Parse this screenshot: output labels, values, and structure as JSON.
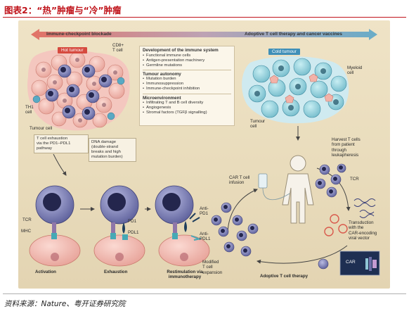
{
  "figure_title": "图表2：“热”肿瘤与“冷”肿瘤",
  "source": "资料来源：Nature、粤开证券研究院",
  "arrow": {
    "left_label": "Immune-checkpoint blockade",
    "right_label": "Adoptive T cell therapy and cancer vaccines"
  },
  "hot_tumour": {
    "tag": "Hot tumour",
    "cd8_label": "CD8+\nT cell",
    "th1_label": "TH1\ncell",
    "tumour_cell_label": "Tumour cell",
    "exhaustion_callout": "T cell exhaustion\nvia the  PD1–PDL1\npathway",
    "dna_callout": "DNA damage\n(double-strand\nbreaks and high\nmutation burden)"
  },
  "center_box": {
    "sections": [
      {
        "heading": "Development of the immune system",
        "items": [
          "Functional immune cells",
          "Antigen-presentation machinery",
          "Germline mutations"
        ]
      },
      {
        "heading": "Tumour autonomy",
        "items": [
          "Mutation burden",
          "Immunosuppression",
          "Immune-checkpoint inhibition"
        ]
      },
      {
        "heading": "Microenvironment",
        "items": [
          "Infiltrating T and B cell diversity",
          "Angiogenesis",
          "Stromal factors (TGFβ signalling)"
        ]
      }
    ]
  },
  "cold_tumour": {
    "tag": "Cold tumour",
    "myeloid_label": "Myeloid\ncell",
    "tumour_cell_label": "Tumour\ncell"
  },
  "stages": {
    "tcr_label": "TCR",
    "mhc_label": "MHC",
    "pd1_label": "PD1",
    "pdl1_label": "PDL1",
    "anti_pd1_label": "Anti-\nPD1",
    "anti_pdl1_label": "Anti-\nPDL1",
    "activation": "Activation",
    "exhaustion": "Exhaustion",
    "restimulation": "Restimulation via\nimmunotherapy"
  },
  "act": {
    "harvest": "Harvest T cells\nfrom patient\nthrough\nleukapheresis",
    "tcr": "TCR",
    "car_infusion": "CAR T cell\ninfusion",
    "transduction": "Transduction\nwith the\nCAR-encoding\nviral vector",
    "modified": "Modified\nT cell\nexpansion",
    "car": "CAR",
    "title": "Adoptive T cell therapy"
  },
  "colors": {
    "title_red": "#c0141b",
    "hot_tag": "#d64a3f",
    "cold_tag": "#3f8fb8",
    "tcell_purple": "#6d6fa8",
    "tumour_pink": "#f1b8b0",
    "cold_teal": "#5fb3c4"
  }
}
